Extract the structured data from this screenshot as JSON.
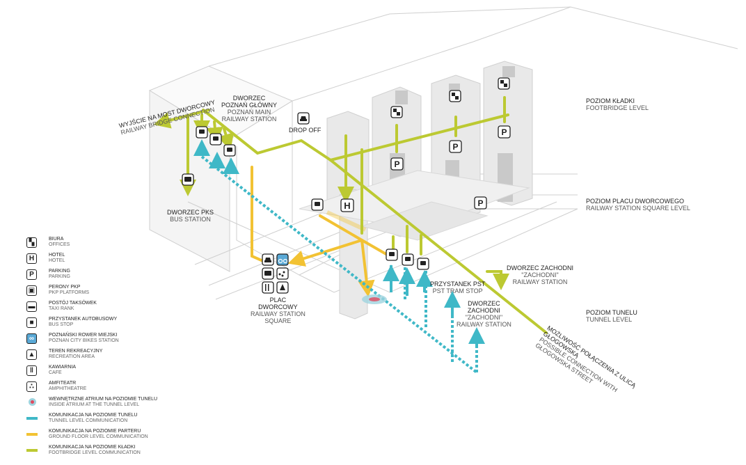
{
  "colors": {
    "tunnel": "#3fb8c7",
    "ground": "#f2c233",
    "footbridge": "#bcc932",
    "atrium": "#e0485e"
  },
  "labels": {
    "bridge": {
      "pl": "WYJŚCIE NA MOST DWORCOWY",
      "en": "RAILWAY BRIDGE CONNECTION"
    },
    "main_station": {
      "l1": "DWORZEC",
      "l2": "POZNAŃ GŁÓWNY",
      "l3": "POZNAŃ MAIN",
      "l4": "RAILWAY STATION"
    },
    "drop_off": "DROP OFF",
    "footbridge_level": {
      "pl": "POZIOM KŁADKI",
      "en": "FOOTBRIDGE LEVEL"
    },
    "square_level": {
      "pl": "POZIOM  PLACU DWORCOWEGO",
      "en": "RAILWAY STATION SQUARE LEVEL"
    },
    "bus_station": {
      "pl": "DWORZEC PKS",
      "en": "BUS STATION"
    },
    "plac": {
      "l1": "PLAC",
      "l2": "DWORCOWY",
      "l3": "RAILWAY STATION",
      "l4": "SQUARE"
    },
    "zachodni_top": {
      "l1": "DWORZEC ZACHODNI",
      "l2": "\"ZACHODNI\"",
      "l3": "RAILWAY STATION"
    },
    "tram": {
      "pl": "PRZYSTANEK PST",
      "en": "PST TRAM STOP"
    },
    "zachodni_bottom": {
      "l1": "DWORZEC",
      "l2": "ZACHODNI",
      "l3": "\"ZACHODNI\"",
      "l4": "RAILWAY STATION"
    },
    "tunnel_level": {
      "pl": "POZIOM TUNELU",
      "en": "TUNNEL LEVEL"
    },
    "glogowska": {
      "l1": "MOŻLIWOŚĆ POŁĄCZENIA Z ULICĄ",
      "l2": "GŁOGOWSKĄ",
      "l3": "POSSIBLE CONNECTION WITH",
      "l4": "GŁOGOWSKA STREET"
    }
  },
  "map_icons": {
    "hotel": "H",
    "parking": "P"
  },
  "legend": [
    {
      "icon": "office-icon",
      "pl": "BIURA",
      "en": "OFFICES"
    },
    {
      "icon": "hotel-icon",
      "glyph": "H",
      "pl": "HOTEL",
      "en": "HOTEL"
    },
    {
      "icon": "parking-icon",
      "glyph": "P",
      "pl": "PARKING",
      "en": "PARKING"
    },
    {
      "icon": "train-icon",
      "pl": "PERONY PKP",
      "en": "PKP PLATFORMS"
    },
    {
      "icon": "taxi-icon",
      "pl": "POSTÓJ TAKSÓWEK",
      "en": "TAXI RANK"
    },
    {
      "icon": "bus-icon",
      "pl": "PRZYSTANEK AUTOBUSOWY",
      "en": "BUS STOP"
    },
    {
      "icon": "bike-icon",
      "pl": "POZNAŃSKI ROWER MIEJSKI",
      "en": "POZNAN CITY BIKES STATION"
    },
    {
      "icon": "tree-icon",
      "pl": "TEREN REKREACYJNY",
      "en": "RECREATION AREA"
    },
    {
      "icon": "cafe-icon",
      "pl": "KAWIARNIA",
      "en": "CAFE"
    },
    {
      "icon": "amphitheatre-icon",
      "pl": "AMFITEATR",
      "en": "AMPHITHEATRE"
    },
    {
      "icon": "atrium-icon",
      "pl": "WEWNĘTRZNE ATRIUM NA POZIOMIE TUNELU",
      "en": "INSIDE ATRIUM AT THE TUNNEL LEVEL"
    },
    {
      "icon": "tunnel-line-icon",
      "pl": "KOMUNIKACJA NA POZIOMIE TUNELU",
      "en": "TUNNEL LEVEL COMMUNICATION"
    },
    {
      "icon": "ground-line-icon",
      "pl": "KOMUNIKACJA NA POZIOMIE PARTERU",
      "en": "GROUND FLOOR LEVEL COMMUNICATION"
    },
    {
      "icon": "footbridge-line-icon",
      "pl": "KOMUNIKACJA NA POZIOMIE KŁADKI",
      "en": "FOOTBRIDGE LEVEL COMMUNICATION"
    }
  ]
}
